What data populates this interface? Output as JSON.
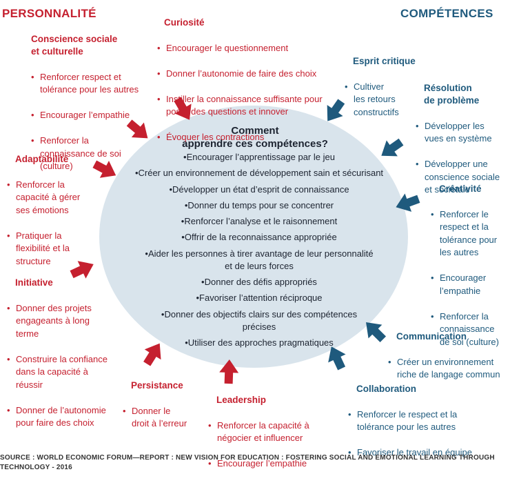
{
  "headers": {
    "left": "PERSONNALITÉ",
    "right": "COMPÉTENCES"
  },
  "colors": {
    "red": "#c5202f",
    "blue": "#1f5a7d",
    "ellipse": "#d9e4ec"
  },
  "center": {
    "title_line1": "Comment",
    "title_line2": "apprendre ces compétences?",
    "items": [
      "Encourager l’apprentissage par le jeu",
      "Créer un environnement de développement sain et sécurisant",
      "Développer un état d’esprit de connaissance",
      "Donner du temps pour se concentrer",
      "Renforcer l’analyse et le raisonnement",
      "Offrir de la reconnaissance appropriée",
      "Aider les personnes à tirer avantage de leur personnalité\net de leurs forces",
      "Donner des défis appropriés",
      "Favoriser l’attention réciproque",
      "Donner des objectifs clairs sur des compétences\nprécises",
      "Utiliser des approches pragmatiques"
    ]
  },
  "personality": {
    "conscience": {
      "title": "Conscience sociale\net culturelle",
      "items": [
        "Renforcer respect et\ntolérance pour les autres",
        "Encourager l’empathie",
        "Renforcer la\nconnaissance de soi\n(culture)"
      ]
    },
    "curiosite": {
      "title": "Curiosité",
      "items": [
        "Encourager le questionnement",
        "Donner l’autonomie de faire des choix",
        "Instiller la connaissance suffisante pour\nposer des questions et innover",
        "Évoquer les contractions"
      ]
    },
    "adaptabilite": {
      "title": "Adaptabilité",
      "items": [
        "Renforcer la\ncapacité à gérer\nses émotions",
        "Pratiquer la\nflexibilité et la\nstructure"
      ]
    },
    "initiative": {
      "title": "Initiative",
      "items": [
        "Donner des projets\nengageants à long\nterme",
        "Construire la confiance\ndans la capacité à\nréussir",
        "Donner de l’autonomie\npour faire des choix"
      ]
    },
    "persistance": {
      "title": "Persistance",
      "items": [
        "Donner le\ndroit à l’erreur"
      ]
    },
    "leadership": {
      "title": "Leadership",
      "items": [
        "Renforcer la capacité à\nnégocier et influencer",
        "Encourager l’empathie"
      ]
    }
  },
  "competences": {
    "esprit": {
      "title": "Esprit critique",
      "items": [
        "Cultiver\nles retours\nconstructifs"
      ]
    },
    "resolution": {
      "title": "Résolution\nde problème",
      "items": [
        "Développer les\nvues en système",
        "Développer une\nconscience sociale\net sociétale"
      ]
    },
    "creativite": {
      "title": "Créativité",
      "items": [
        "Renforcer le\nrespect et la\ntolérance pour\nles autres",
        "Encourager\nl’empathie",
        "Renforcer la\nconnaissance\nde soi (culture)"
      ]
    },
    "communication": {
      "title": "Communication",
      "items": [
        "Créer un environnement\nriche de langage commun"
      ]
    },
    "collaboration": {
      "title": "Collaboration",
      "items": [
        "Renforcer le respect et la\ntolérance pour les autres",
        "Favoriser le travail en équipe"
      ]
    }
  },
  "source": "SOURCE : WORLD ECONOMIC FORUM—REPORT : NEW VISION FOR EDUCATION : FOSTERING SOCIAL AND EMOTIONAL LEARNING THROUGH\nTECHNOLOGY - 2016"
}
